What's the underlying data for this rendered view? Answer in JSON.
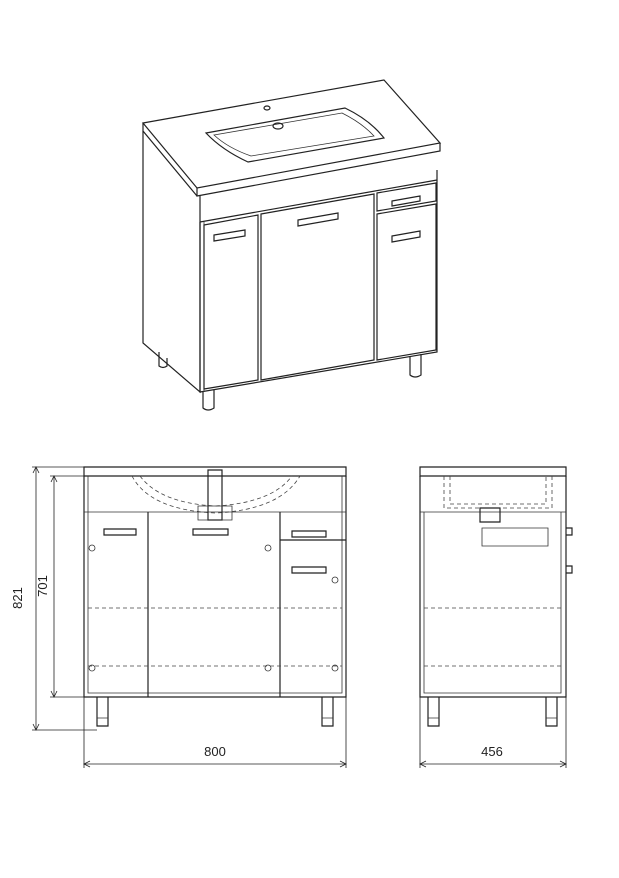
{
  "dimensions": {
    "width": "800",
    "depth": "456",
    "total_height": "821",
    "cabinet_height": "701"
  }
}
